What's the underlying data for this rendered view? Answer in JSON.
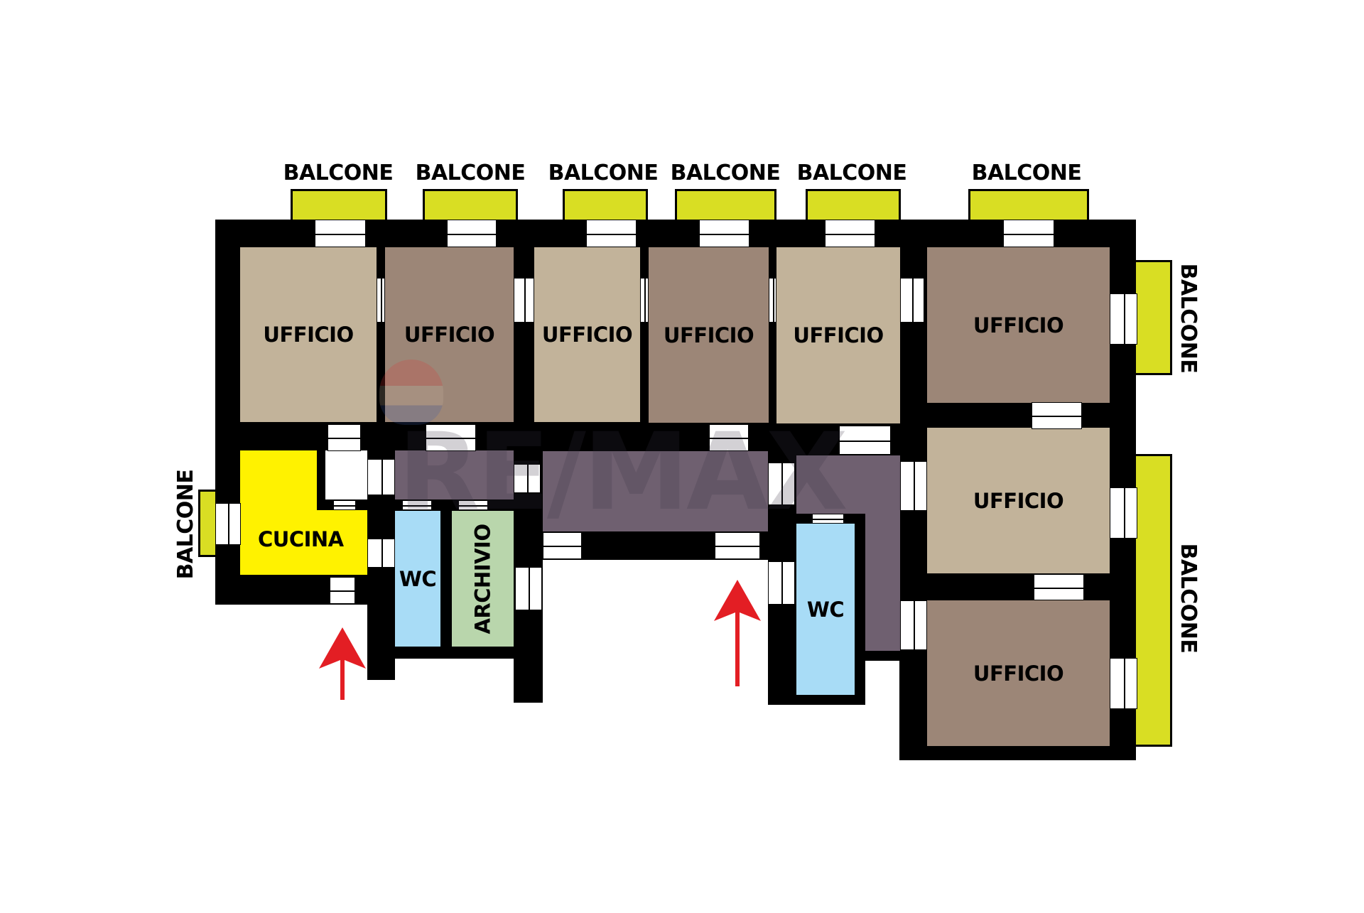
{
  "plan": {
    "colors": {
      "wall": "#000000",
      "office_light": "#c2b39a",
      "office_dark": "#9c8677",
      "kitchen": "#fff200",
      "wc": "#a8dcf6",
      "archive": "#b9d6ac",
      "corridor": "#6f6070",
      "balcony": "#d9de23",
      "entrance_arrow": "#e31e24"
    },
    "rooms": [
      {
        "id": "ufficio-1",
        "label": "UFFICIO",
        "type": "office",
        "tone": "light"
      },
      {
        "id": "ufficio-2",
        "label": "UFFICIO",
        "type": "office",
        "tone": "dark"
      },
      {
        "id": "ufficio-3",
        "label": "UFFICIO",
        "type": "office",
        "tone": "light"
      },
      {
        "id": "ufficio-4",
        "label": "UFFICIO",
        "type": "office",
        "tone": "dark"
      },
      {
        "id": "ufficio-5",
        "label": "UFFICIO",
        "type": "office",
        "tone": "light"
      },
      {
        "id": "ufficio-6",
        "label": "UFFICIO",
        "type": "office",
        "tone": "dark"
      },
      {
        "id": "ufficio-7",
        "label": "UFFICIO",
        "type": "office",
        "tone": "light"
      },
      {
        "id": "ufficio-8",
        "label": "UFFICIO",
        "type": "office",
        "tone": "dark"
      },
      {
        "id": "cucina",
        "label": "CUCINA",
        "type": "kitchen"
      },
      {
        "id": "wc-1",
        "label": "WC",
        "type": "wc"
      },
      {
        "id": "archivio",
        "label": "ARCHIVIO",
        "type": "archive"
      },
      {
        "id": "wc-2",
        "label": "WC",
        "type": "wc"
      }
    ],
    "balconies": [
      {
        "id": "balcone-top-1",
        "label": "BALCONE"
      },
      {
        "id": "balcone-top-2",
        "label": "BALCONE"
      },
      {
        "id": "balcone-top-3",
        "label": "BALCONE"
      },
      {
        "id": "balcone-top-4",
        "label": "BALCONE"
      },
      {
        "id": "balcone-top-5",
        "label": "BALCONE"
      },
      {
        "id": "balcone-top-6",
        "label": "BALCONE"
      },
      {
        "id": "balcone-right-1",
        "label": "BALCONE"
      },
      {
        "id": "balcone-right-2",
        "label": "BALCONE"
      },
      {
        "id": "balcone-left",
        "label": "BALCONE"
      }
    ],
    "entrances": [
      {
        "id": "entrance-1",
        "icon": "entrance-arrow-up"
      },
      {
        "id": "entrance-2",
        "icon": "entrance-arrow-up"
      }
    ],
    "watermark": "RE/MAX"
  }
}
